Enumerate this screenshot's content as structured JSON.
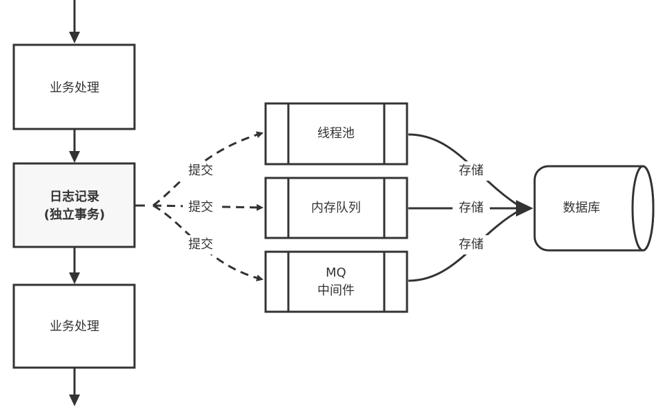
{
  "process": {
    "top_box": "业务处理",
    "log_box_line1": "日志记录",
    "log_box_line2": "(独立事务)",
    "bottom_box": "业务处理"
  },
  "queues": [
    {
      "label": "线程池"
    },
    {
      "label": "内存队列"
    },
    {
      "label_line1": "MQ",
      "label_line2": "中间件"
    }
  ],
  "edges": {
    "submit": [
      "提交",
      "提交",
      "提交"
    ],
    "store": [
      "存储",
      "存储",
      "存储"
    ]
  },
  "database": {
    "label": "数据库"
  },
  "colors": {
    "stroke": "#333333",
    "highlight_fill": "#f7f7f7"
  }
}
